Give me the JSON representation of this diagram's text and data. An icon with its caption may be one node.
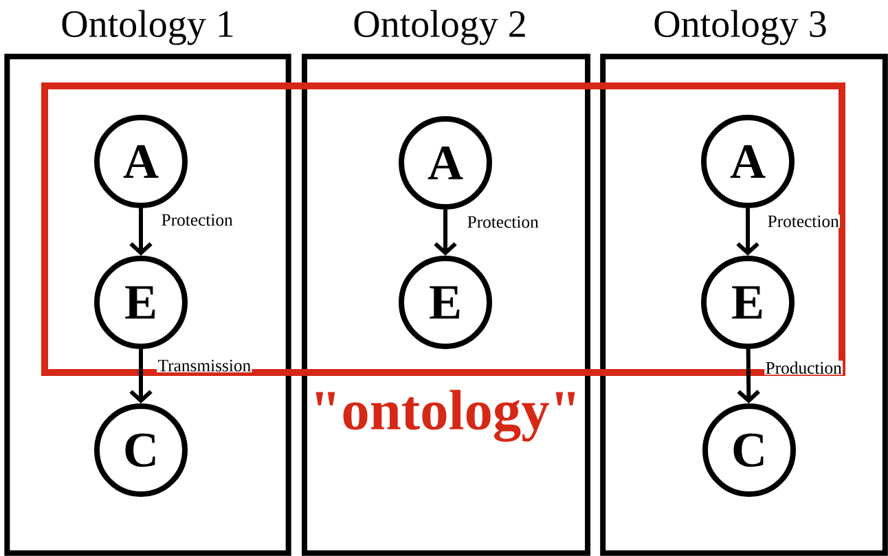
{
  "diagram": {
    "nodes": [
      {
        "text": [
          "Ontology 1"
        ]
      },
      {
        "text": [
          "A"
        ],
        "in": 0
      },
      {
        "text": [
          "E"
        ],
        "in": 0
      },
      {
        "text": [
          "C"
        ],
        "in": 0
      },
      {
        "text": [
          "Ontology 2"
        ]
      },
      {
        "text": [
          "A"
        ],
        "in": 4
      },
      {
        "text": [
          "E"
        ],
        "in": 4
      },
      {
        "text": [
          "Ontology 3"
        ]
      },
      {
        "text": [
          "A"
        ],
        "in": 7
      },
      {
        "text": [
          "E"
        ],
        "in": 7
      },
      {
        "text": [
          "C"
        ],
        "in": 7
      }
    ],
    "edges": [
      {
        "from": 1,
        "to": 2,
        "arrow": "to",
        "label": "Protection"
      },
      {
        "from": 2,
        "to": 3,
        "arrow": "to",
        "label": "Transmission"
      },
      {
        "from": 5,
        "to": 6,
        "arrow": "to",
        "label": "Protection"
      },
      {
        "from": 8,
        "to": 9,
        "arrow": "to",
        "label": "Protection"
      },
      {
        "from": 9,
        "to": 10,
        "arrow": "to",
        "label": "Production"
      }
    ],
    "labels": [
      "\"ontology\""
    ]
  }
}
